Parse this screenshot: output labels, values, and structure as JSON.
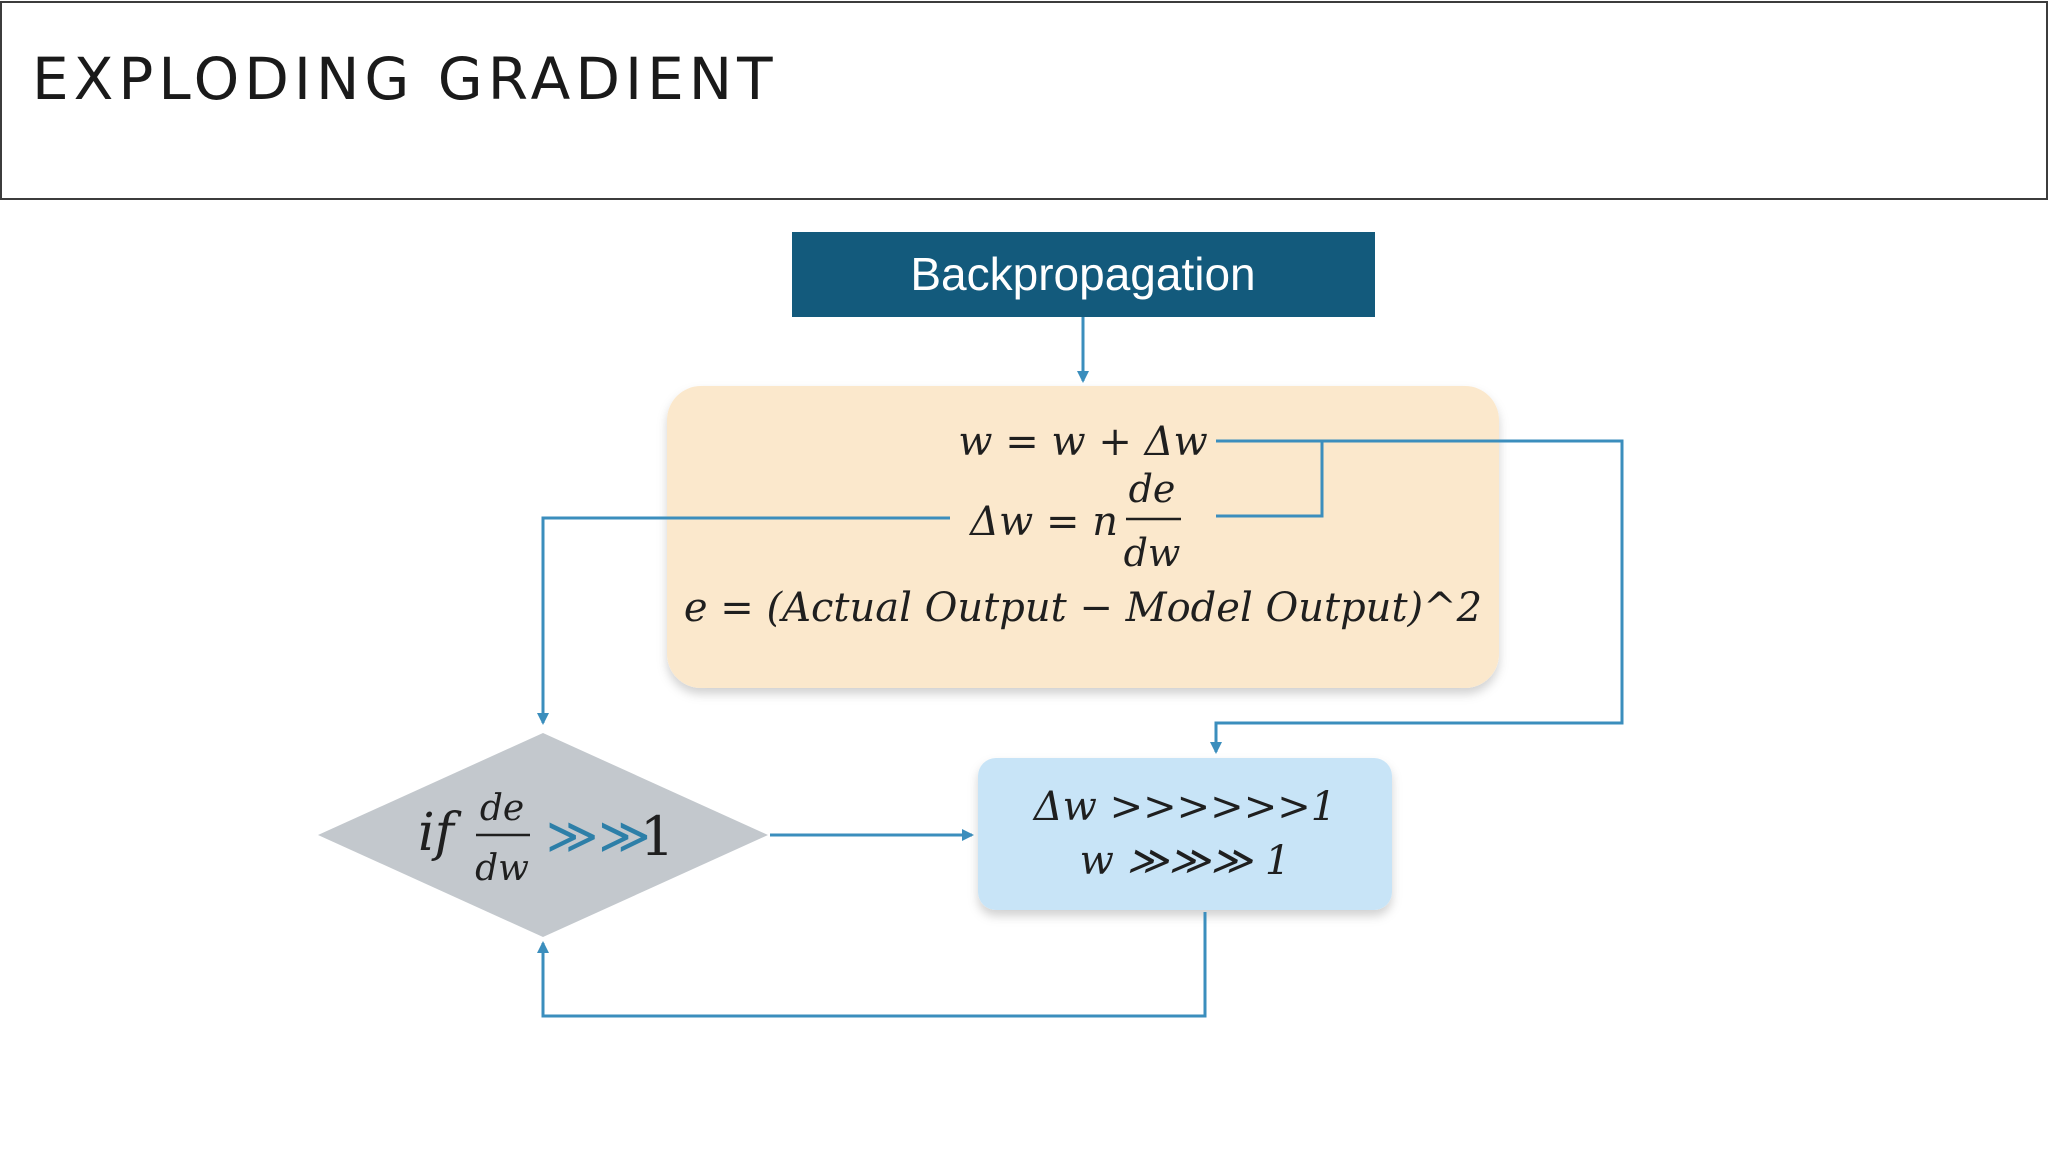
{
  "slide": {
    "title": "EXPLODING GRADIENT"
  },
  "diagram": {
    "header": "Backpropagation",
    "formula_box": {
      "line1": "w = w + Δw",
      "line2_prefix": "Δw = n",
      "line2_numerator": "de",
      "line2_denominator": "dw",
      "line3": "e = (Actual Output  − Model Output)^2"
    },
    "decision": {
      "prefix": "if",
      "numerator": "de",
      "denominator": "dw",
      "suffix_arrows": "≫≫",
      "suffix_value": "1"
    },
    "result_box": {
      "line1": "Δw >>>>>>1",
      "line2": "w ≫≫≫ 1"
    },
    "colors": {
      "header_fill": "#135a7c",
      "formula_fill": "#fbe8cc",
      "decision_fill": "#c3c8cd",
      "result_fill": "#c8e4f7",
      "connector": "#3b8ebd",
      "accent_arrows": "#2d7fa8",
      "title_border": "#3c3c3c"
    }
  }
}
